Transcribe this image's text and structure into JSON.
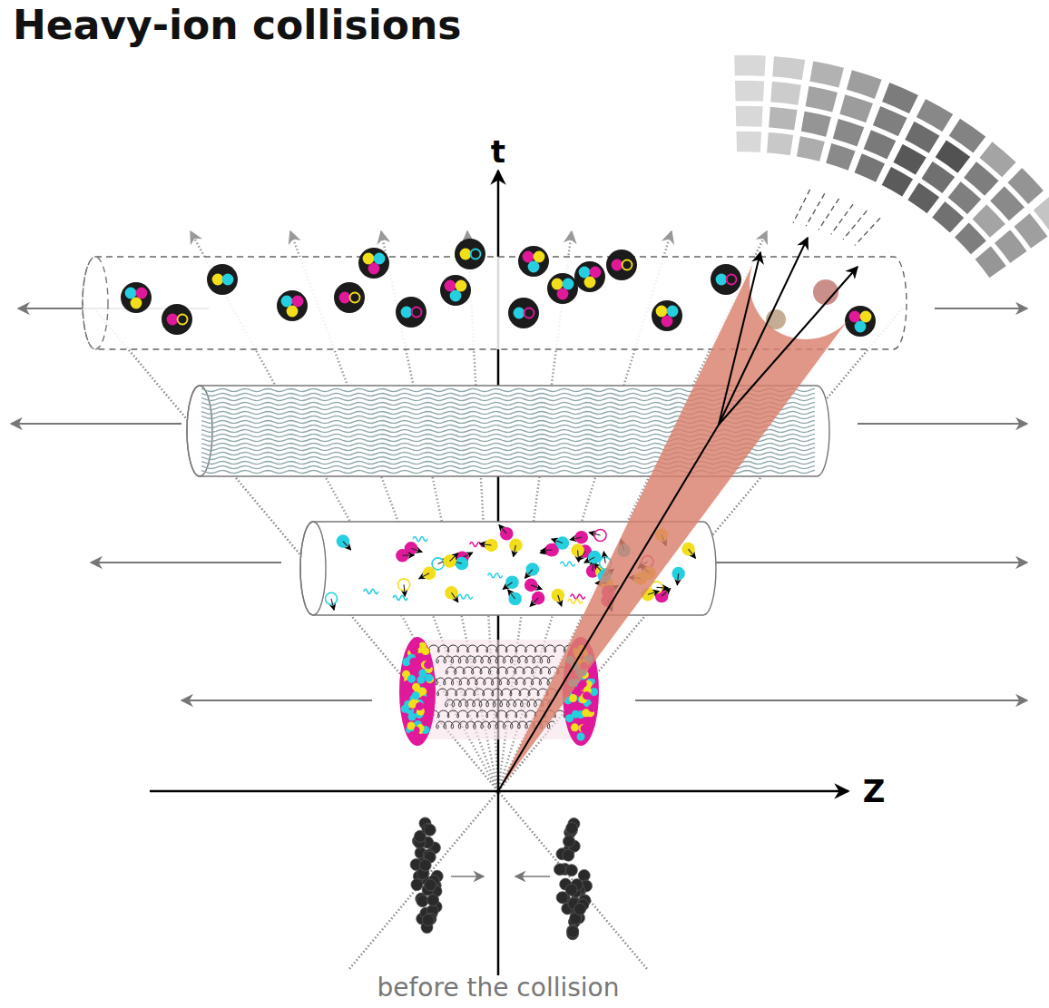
{
  "diagram": {
    "title": "Heavy-ion collisions",
    "labels": [
      "t",
      "Z",
      "before the collision"
    ]
  }
}
